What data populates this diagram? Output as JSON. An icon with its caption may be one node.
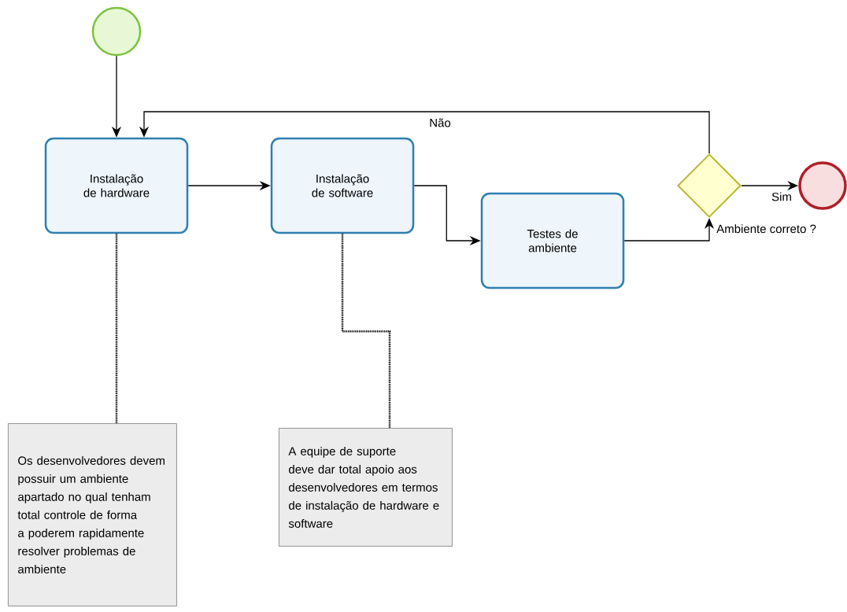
{
  "diagram": {
    "nodes": [
      {
        "text": [],
        "shape": "circle"
      },
      {
        "text": [
          "Instalação de hardware"
        ]
      },
      {
        "text": [
          "Instalação de software"
        ]
      },
      {
        "text": [
          "Testes de ambiente"
        ]
      },
      {
        "text": [
          "Ambiente correto ?"
        ]
      },
      {
        "text": [],
        "shape": "circle"
      },
      {
        "text": [
          "Os desenvolvedores devem possuir um ambiente apartado no qual tenham total controle de forma a poderem rapidamente resolver problemas de ambiente"
        ]
      },
      {
        "text": [
          "A equipe de suporte deve dar total apoio aos desenvolvedores em termos de instalação  de hardware e software"
        ]
      }
    ],
    "edges": [
      {
        "from": 0,
        "to": 1,
        "arrow": "to"
      },
      {
        "from": 1,
        "to": 2,
        "arrow": "to"
      },
      {
        "from": 2,
        "to": 3,
        "arrow": "to"
      },
      {
        "from": 3,
        "to": 4,
        "arrow": "to"
      },
      {
        "from": 4,
        "to": 5,
        "arrow": "to",
        "label": "Sim"
      },
      {
        "from": 4,
        "to": 1,
        "arrow": "to",
        "label": "Não"
      },
      {
        "from": 1,
        "to": 6,
        "arrow": "none",
        "style": "dashed"
      },
      {
        "from": 2,
        "to": 7,
        "arrow": "none",
        "style": "dashed"
      }
    ]
  }
}
